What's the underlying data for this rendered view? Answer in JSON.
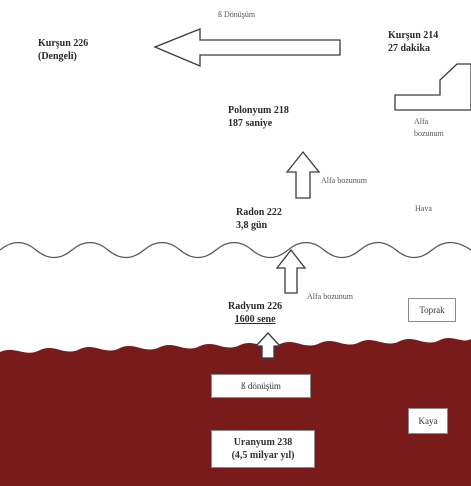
{
  "colors": {
    "rock": "#7a1b1b",
    "stroke": "#3a3a3a",
    "text": "#2a2a2a"
  },
  "labels": {
    "beta_decay_top": "ß Dönüşüm",
    "lead226_line1": "Kurşun 226",
    "lead226_line2": "(Dengeli)",
    "lead214_line1": "Kurşun 214",
    "lead214_line2": "27 dakika",
    "alpha_right_line1": "Alfa",
    "alpha_right_line2": "bozunum",
    "polonium_line1": "Polonyum 218",
    "polonium_line2": "187 saniye",
    "alpha_1": "Alfa bozunum",
    "hava": "Hava",
    "radon_line1": "Radon 222",
    "radon_line2": "3,8 gün",
    "alpha_2": "Alfa bozunum",
    "toprak": "Toprak",
    "radium_line1": "Radyum 226",
    "radium_line2": "1600  sene",
    "beta_decay_box": "ß  dönüşüm",
    "kaya": "Kaya",
    "uranium_line1": "Uranyum 238",
    "uranium_line2": "(4,5 milyar yıl)"
  }
}
